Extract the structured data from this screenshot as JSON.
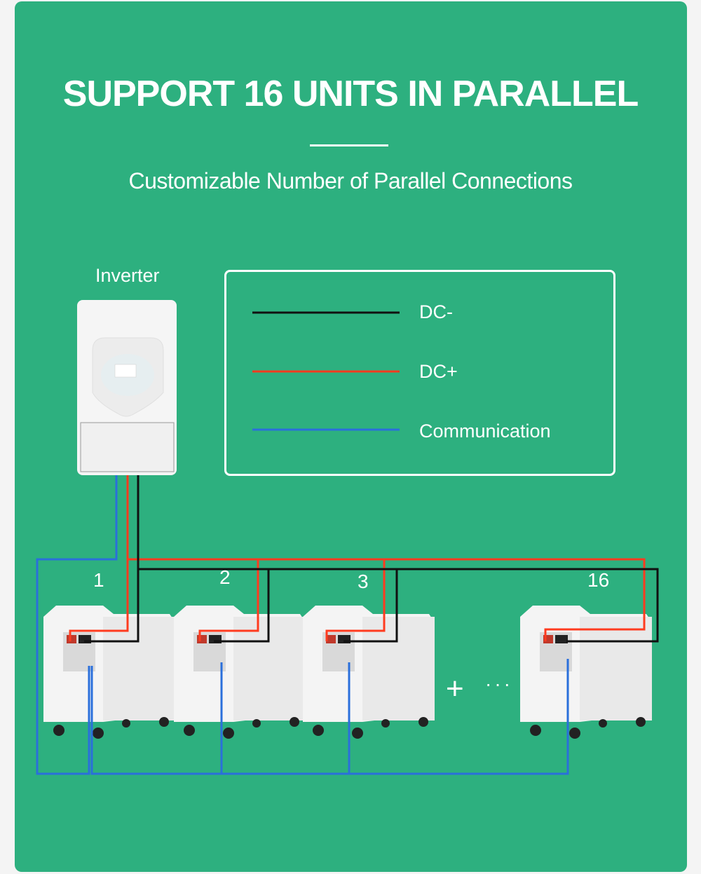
{
  "header": {
    "title": "SUPPORT 16 UNITS IN PARALLEL",
    "subtitle": "Customizable Number of Parallel Connections"
  },
  "inverter": {
    "label": "Inverter"
  },
  "legend": {
    "items": [
      {
        "label": "DC-",
        "color": "#111111"
      },
      {
        "label": "DC+",
        "color": "#ff3b1f"
      },
      {
        "label": "Communication",
        "color": "#2a6fdb"
      }
    ]
  },
  "units": [
    {
      "label": "1"
    },
    {
      "label": "2"
    },
    {
      "label": "3"
    },
    {
      "label": "16"
    }
  ],
  "continuation": {
    "plus": "+",
    "ellipsis": "···"
  },
  "colors": {
    "background": "#2db07f",
    "dc_negative": "#111111",
    "dc_positive": "#ff3b1f",
    "communication": "#2a6fdb"
  }
}
